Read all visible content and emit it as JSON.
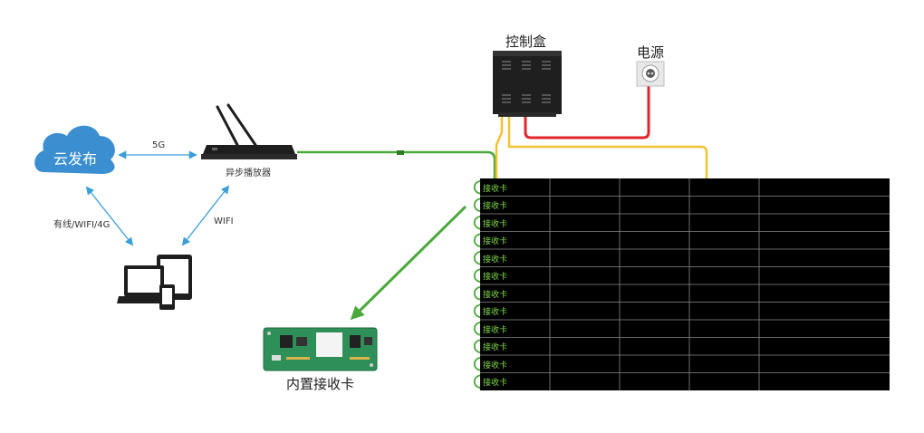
{
  "cloud": {
    "label": "云发布"
  },
  "player": {
    "label": "异步播放器"
  },
  "links": {
    "cloud_player": "5G",
    "cloud_devices": "有线/WIFI/4G",
    "player_devices": "WIFI"
  },
  "control_box": {
    "label": "控制盒"
  },
  "power": {
    "label": "电源"
  },
  "receiver_module": {
    "label": "内置接收卡"
  },
  "screen": {
    "rows": 12,
    "columns": 5,
    "row_label": "接收卡"
  },
  "colors": {
    "cloud": "#3b8fd0",
    "device_dark": "#1e1e1e",
    "arrow_blue": "#3a9ed8",
    "wire_green": "#4aa93a",
    "wire_yellow": "#f2c230",
    "wire_red": "#e0262b",
    "pcb_green": "#2f8f58",
    "screen_bg": "#000000",
    "rc_text": "#7fd84a"
  }
}
